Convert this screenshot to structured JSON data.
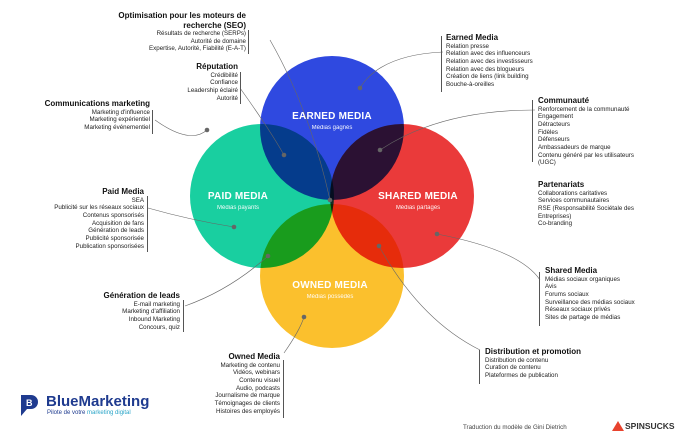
{
  "circles": {
    "earned": {
      "title": "EARNED MEDIA",
      "subtitle": "Médias gagnés",
      "color": "#2f49e0"
    },
    "paid": {
      "title": "PAID MEDIA",
      "subtitle": "Médias payants",
      "color": "#19cfa0"
    },
    "shared": {
      "title": "SHARED MEDIA",
      "subtitle": "Médias partagés",
      "color": "#ea3a3a"
    },
    "owned": {
      "title": "OWNED MEDIA",
      "subtitle": "Médias possédés",
      "color": "#fbc02d"
    }
  },
  "blocks": {
    "seo": {
      "title": "Optimisation pour les moteurs de recherche (SEO)",
      "items": [
        "Résultats de recherche (SERPs)",
        "Autorité de domaine",
        "Expertise, Autorité, Fiabilité (E-A-T)"
      ]
    },
    "reputation": {
      "title": "Réputation",
      "items": [
        "Crédibilité",
        "Confiance",
        "Leadership éclairé",
        "Autorité"
      ]
    },
    "communications": {
      "title": "Communications marketing",
      "items": [
        "Marketing d'influence",
        "Marketing expérientiel",
        "Marketing événementiel"
      ]
    },
    "paid": {
      "title": "Paid Media",
      "items": [
        "SEA",
        "Publicité sur les réseaux sociaux",
        "Contenus sponsorisés",
        "Acquisition de fans",
        "Génération de leads",
        "Publicité sponsorisée",
        "Publication sponsorisées"
      ]
    },
    "leads": {
      "title": "Génération de leads",
      "items": [
        "E-mail marketing",
        "Marketing d'affiliation",
        "Inbound Marketing",
        "Concours, quiz"
      ]
    },
    "owned": {
      "title": "Owned Media",
      "items": [
        "Marketing de contenu",
        "Vidéos, webinars",
        "Contenu visuel",
        "Audio, podcasts",
        "Journalisme de marque",
        "Témoignages de clients",
        "Histoires des employés"
      ]
    },
    "earned": {
      "title": "Earned Media",
      "items": [
        "Relation presse",
        "Relation avec des influenceurs",
        "Relation avec des investisseurs",
        "Relation avec des blogueurs",
        "Création de liens (link building",
        "Bouche-à-oreilles"
      ]
    },
    "community": {
      "title": "Communauté",
      "items": [
        "Renforcement de la communauté",
        "Engagement",
        "Détracteurs",
        "Fidèles",
        "Défenseurs",
        "Ambassadeurs de marque",
        "Contenu généré par les utilisateurs",
        "(UGC)"
      ]
    },
    "partners": {
      "title": "Partenariats",
      "items": [
        "Collaborations caritatives",
        "Services communautaires",
        "RSE (Responsabilité Sociétale des",
        "Entreprises)",
        "Co-branding"
      ]
    },
    "shared": {
      "title": "Shared Media",
      "items": [
        "Médias sociaux organiques",
        "Avis",
        "Forums sociaux",
        "Surveillance des médias sociaux",
        "Réseaux sociaux privés",
        "Sites de partage de médias"
      ]
    },
    "distribution": {
      "title": "Distribution et promotion",
      "items": [
        "Distribution de contenu",
        "Curation de contenu",
        "Plateformes de publication"
      ]
    }
  },
  "logo": {
    "name": "BlueMarketing",
    "tagline": "Pilote de votre",
    "tagline_accent": "marketing digital"
  },
  "credit": "Traduction du modèle de Gini Dietrich",
  "brand": "SPINSUCKS"
}
